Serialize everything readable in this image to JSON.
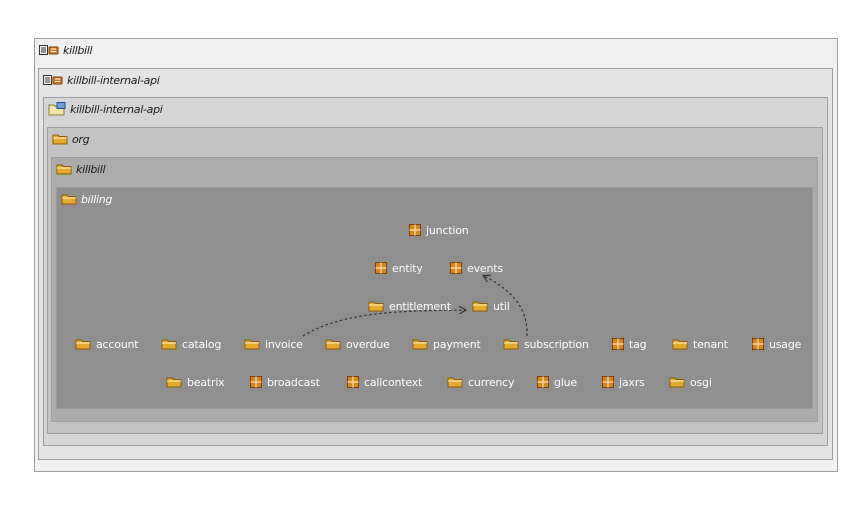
{
  "frames": [
    {
      "id": "f1",
      "title": "killbill",
      "icon": "maven-module-icon"
    },
    {
      "id": "f2",
      "title": "killbill-internal-api",
      "icon": "maven-module-icon"
    },
    {
      "id": "f3",
      "title": "killbill-internal-api",
      "icon": "source-folder-icon"
    },
    {
      "id": "f4",
      "title": "org",
      "icon": "folder-icon"
    },
    {
      "id": "f5",
      "title": "killbill",
      "icon": "folder-icon"
    },
    {
      "id": "f6",
      "title": "billing",
      "icon": "folder-icon"
    }
  ],
  "packages": [
    {
      "label": "junction",
      "icon": "package-icon"
    },
    {
      "label": "entity",
      "icon": "package-icon"
    },
    {
      "label": "events",
      "icon": "package-icon"
    },
    {
      "label": "entitlement",
      "icon": "folder-icon"
    },
    {
      "label": "util",
      "icon": "folder-icon"
    },
    {
      "label": "account",
      "icon": "folder-icon"
    },
    {
      "label": "catalog",
      "icon": "folder-icon"
    },
    {
      "label": "invoice",
      "icon": "folder-icon"
    },
    {
      "label": "overdue",
      "icon": "folder-icon"
    },
    {
      "label": "payment",
      "icon": "folder-icon"
    },
    {
      "label": "subscription",
      "icon": "folder-icon"
    },
    {
      "label": "tag",
      "icon": "package-icon"
    },
    {
      "label": "tenant",
      "icon": "folder-icon"
    },
    {
      "label": "usage",
      "icon": "package-icon"
    },
    {
      "label": "beatrix",
      "icon": "folder-icon"
    },
    {
      "label": "broadcast",
      "icon": "package-icon"
    },
    {
      "label": "callcontext",
      "icon": "package-icon"
    },
    {
      "label": "currency",
      "icon": "folder-icon"
    },
    {
      "label": "glue",
      "icon": "package-icon"
    },
    {
      "label": "jaxrs",
      "icon": "package-icon"
    },
    {
      "label": "osgi",
      "icon": "folder-icon"
    }
  ],
  "dependencies": [
    {
      "from": "invoice",
      "to": "util"
    },
    {
      "from": "subscription",
      "to": "events"
    }
  ],
  "colors": {
    "frame_bg": [
      "#f0f0f0",
      "#e4e4e4",
      "#d6d6d6",
      "#c3c3c3",
      "#acacac",
      "#8f8f8f"
    ],
    "icon_folder": "#e5a92b",
    "icon_package": "#d9871c",
    "arrow": "#333333"
  }
}
